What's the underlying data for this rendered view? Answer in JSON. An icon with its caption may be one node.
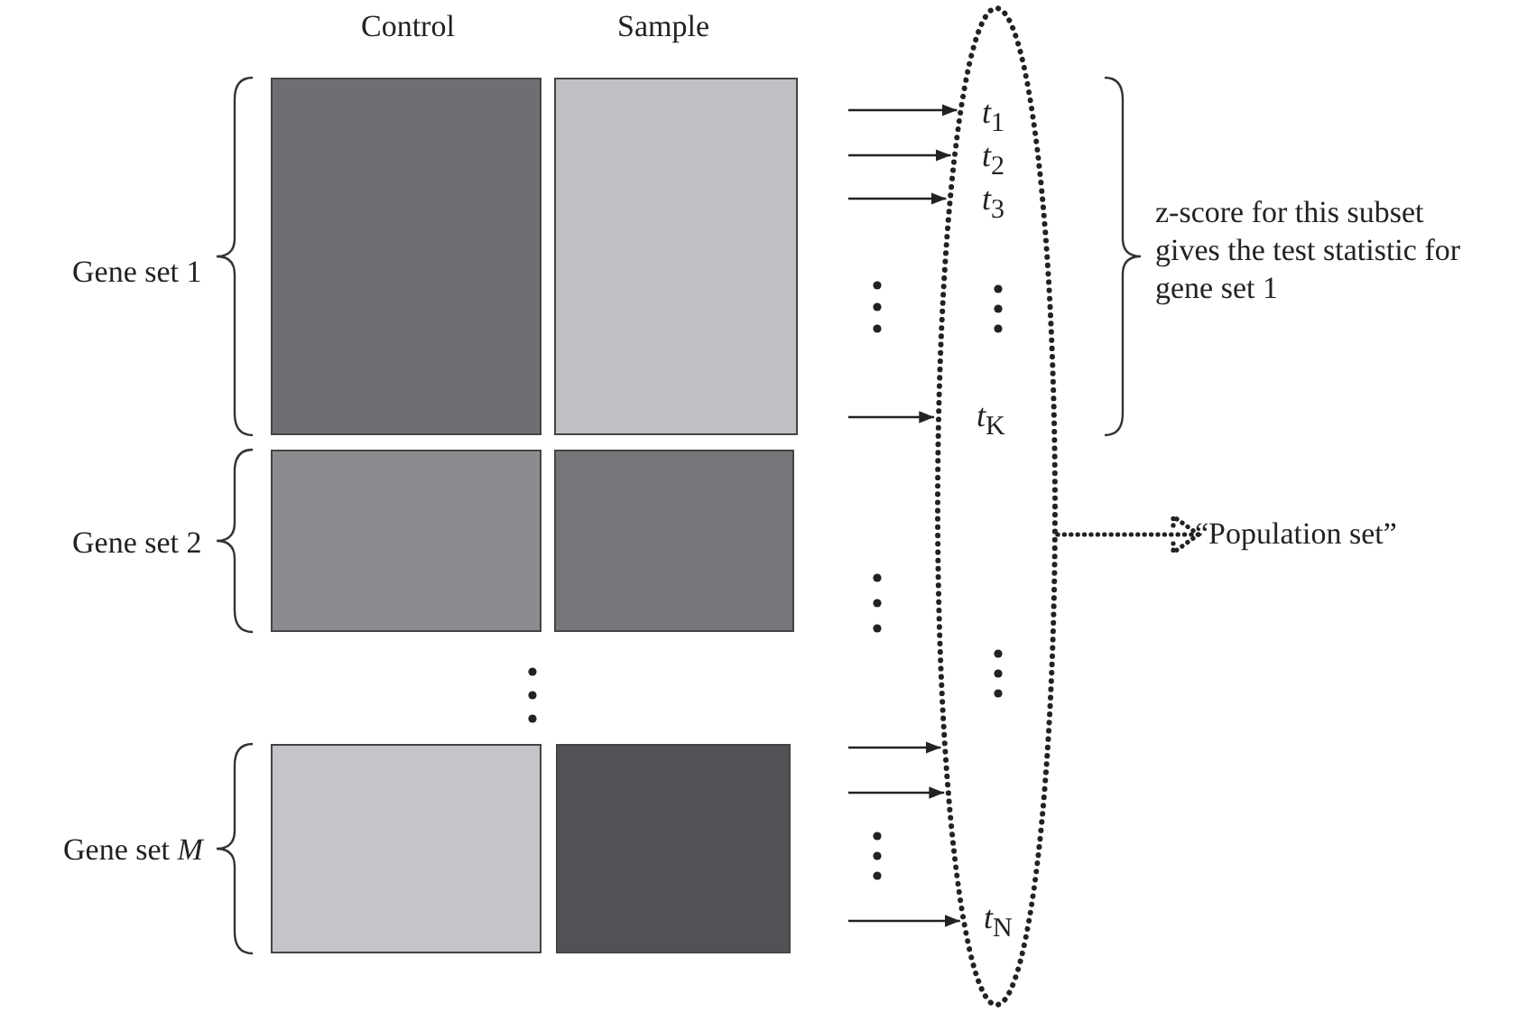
{
  "diagram": {
    "nodes": [
      {
        "text": [],
        "shape": "box"
      },
      {
        "text": [],
        "shape": "box"
      },
      {
        "text": [],
        "shape": "box"
      },
      {
        "text": [],
        "shape": "box"
      },
      {
        "text": [],
        "shape": "box"
      },
      {
        "text": [],
        "shape": "box"
      },
      {
        "text": [
          "*t*$_{1}$",
          "*t*$_{2}$",
          "*t*$_{3}$",
          "*t*$_{K}$",
          "*t*$_{N}$"
        ]
      },
      {
        "text": [
          "“Population set”"
        ]
      }
    ],
    "edges": [
      {
        "from": null,
        "to": 6,
        "arrow": "to"
      },
      {
        "from": null,
        "to": 6,
        "arrow": "to"
      },
      {
        "from": null,
        "to": 6,
        "arrow": "to"
      },
      {
        "from": null,
        "to": 6,
        "arrow": "to"
      },
      {
        "from": 6,
        "to": 7,
        "arrow": "to",
        "style": "dashed"
      },
      {
        "from": null,
        "to": 6,
        "arrow": "to"
      },
      {
        "from": null,
        "to": 6,
        "arrow": "to"
      },
      {
        "from": null,
        "to": 6,
        "arrow": "to"
      }
    ],
    "labels": [
      "Control",
      "Sample",
      "Gene set 1",
      "Gene set 2",
      "Gene set *M*",
      "z-score for this subset gives the test statistic for gene set 1"
    ]
  }
}
